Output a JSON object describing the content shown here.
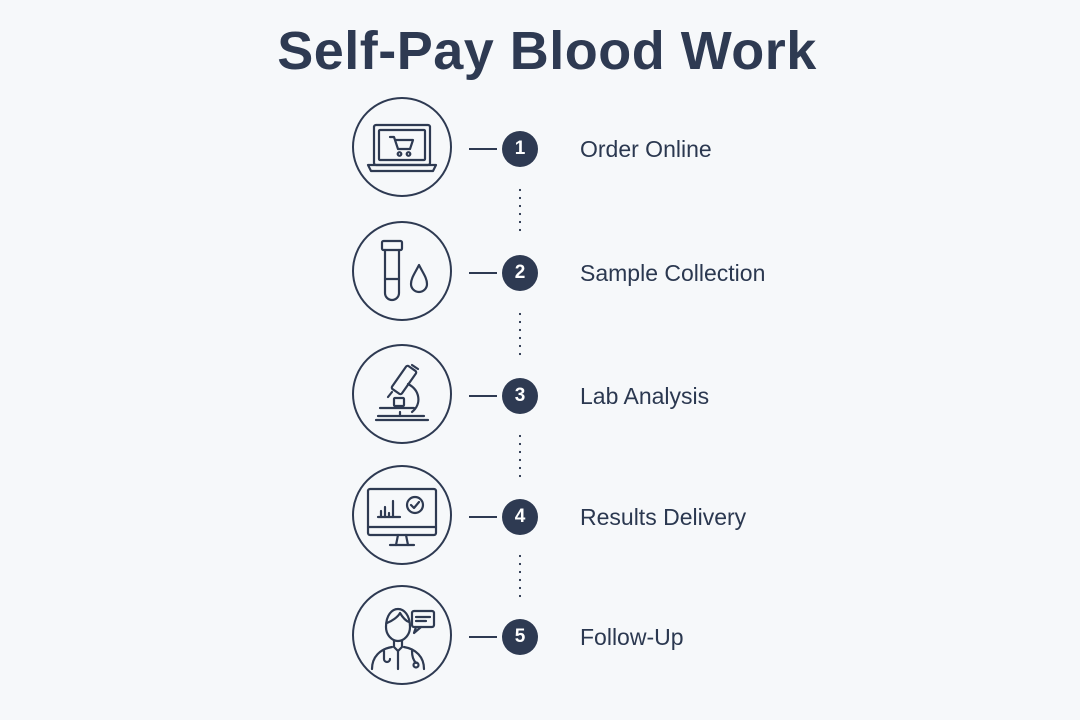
{
  "title": "Self-Pay Blood Work",
  "steps": [
    {
      "number": "1",
      "label": "Order Online",
      "icon": "laptop-cart-icon"
    },
    {
      "number": "2",
      "label": "Sample Collection",
      "icon": "test-tube-droplet-icon"
    },
    {
      "number": "3",
      "label": "Lab Analysis",
      "icon": "microscope-icon"
    },
    {
      "number": "4",
      "label": "Results Delivery",
      "icon": "monitor-chart-check-icon"
    },
    {
      "number": "5",
      "label": "Follow-Up",
      "icon": "doctor-chat-icon"
    }
  ],
  "colors": {
    "ink": "#2e3a52",
    "background": "#f6f8fa"
  }
}
